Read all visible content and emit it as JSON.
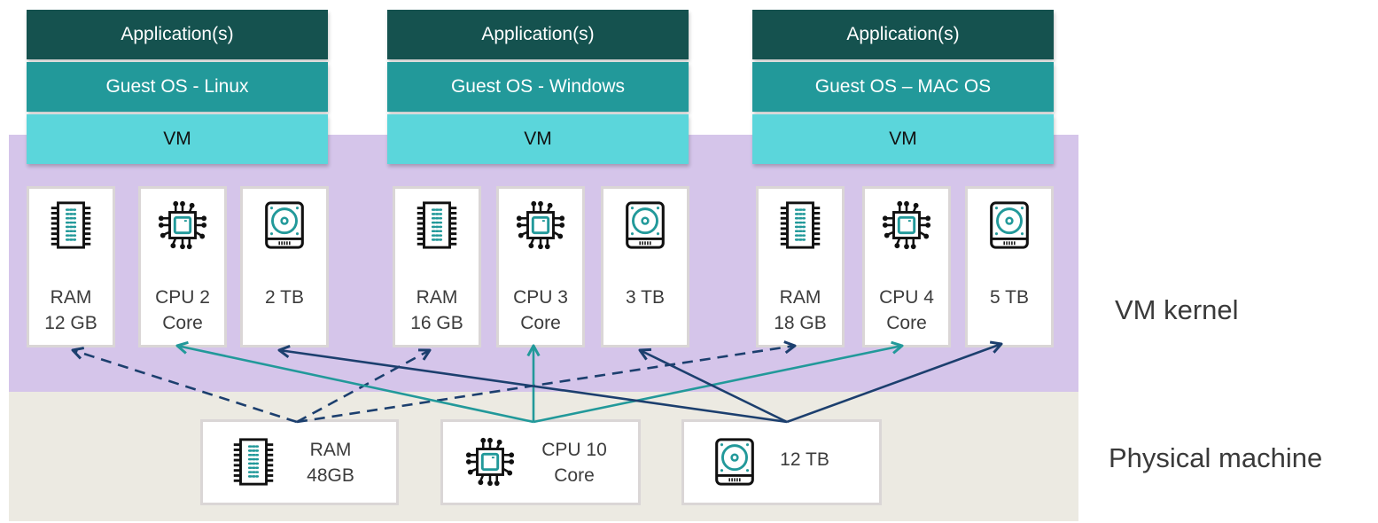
{
  "colors": {
    "application": "#15524f",
    "guest_os": "#22999a",
    "vm": "#5bd6db",
    "kernel_bg": "#d5c5ea",
    "physical_bg": "#eceae2",
    "ram_link": "#1c3f6e",
    "cpu_link": "#22999a",
    "storage_link": "#1c3f6e"
  },
  "layer_labels": {
    "vm_kernel": "VM kernel",
    "physical_machine": "Physical machine"
  },
  "vms": [
    {
      "application": "Application(s)",
      "guest_os": "Guest OS - Linux",
      "vm": "VM",
      "resources": {
        "ram": "RAM\n12 GB",
        "cpu": "CPU 2\nCore",
        "storage": "2 TB"
      }
    },
    {
      "application": "Application(s)",
      "guest_os": "Guest OS - Windows",
      "vm": "VM",
      "resources": {
        "ram": "RAM\n16 GB",
        "cpu": "CPU 3\nCore",
        "storage": "3 TB"
      }
    },
    {
      "application": "Application(s)",
      "guest_os": "Guest OS – MAC OS",
      "vm": "VM",
      "resources": {
        "ram": "RAM\n18 GB",
        "cpu": "CPU 4\nCore",
        "storage": "5 TB"
      }
    }
  ],
  "physical": {
    "ram": "RAM\n48GB",
    "cpu": "CPU 10\nCore",
    "storage": "12 TB"
  },
  "icons": {
    "ram": "memory-chip-icon",
    "cpu": "processor-icon",
    "storage": "hard-drive-icon"
  },
  "links": [
    {
      "from": "physical.ram",
      "to": "vms.0.ram",
      "style": "dashed"
    },
    {
      "from": "physical.ram",
      "to": "vms.1.ram",
      "style": "dashed"
    },
    {
      "from": "physical.ram",
      "to": "vms.2.ram",
      "style": "dashed"
    },
    {
      "from": "physical.cpu",
      "to": "vms.0.cpu",
      "style": "solid"
    },
    {
      "from": "physical.cpu",
      "to": "vms.1.cpu",
      "style": "solid"
    },
    {
      "from": "physical.cpu",
      "to": "vms.2.cpu",
      "style": "solid"
    },
    {
      "from": "physical.storage",
      "to": "vms.0.storage",
      "style": "solid"
    },
    {
      "from": "physical.storage",
      "to": "vms.1.storage",
      "style": "solid"
    },
    {
      "from": "physical.storage",
      "to": "vms.2.storage",
      "style": "solid"
    }
  ]
}
